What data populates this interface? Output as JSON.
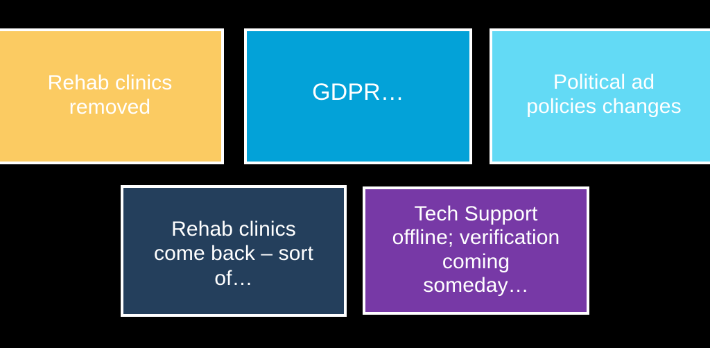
{
  "slide": {
    "background_color": "#000000",
    "border_color": "#FFFFFF",
    "text_color": "#FFFFFF",
    "rows": [
      {
        "name": "top-row",
        "cards": [
          {
            "id": "rehab-removed",
            "label": "Rehab clinics\nremoved",
            "fill_color": "#FBCB62"
          },
          {
            "id": "gdpr",
            "label": "GDPR…",
            "fill_color": "#03A2D8"
          },
          {
            "id": "political-ads",
            "label": "Political ad\npolicies changes",
            "fill_color": "#63DAF5"
          }
        ]
      },
      {
        "name": "bottom-row",
        "cards": [
          {
            "id": "rehab-return",
            "label": "Rehab clinics\ncome back – sort\nof…",
            "fill_color": "#243F5C"
          },
          {
            "id": "tech-support",
            "label": "Tech Support\noffline; verification\ncoming\nsomeday…",
            "fill_color": "#7739A6"
          }
        ]
      }
    ]
  }
}
